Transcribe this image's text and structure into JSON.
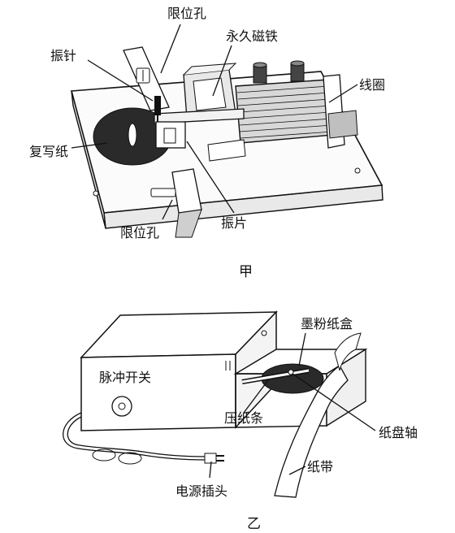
{
  "diagram_a": {
    "caption": "甲",
    "labels": {
      "limit_hole_top": "限位孔",
      "permanent_magnet": "永久磁铁",
      "vibrating_needle": "振针",
      "coil": "线圈",
      "carbon_paper": "复写纸",
      "limit_hole_bottom": "限位孔",
      "vibrating_plate": "振片"
    }
  },
  "diagram_b": {
    "caption": "乙",
    "labels": {
      "toner_box": "墨粉纸盒",
      "pulse_switch": "脉冲开关",
      "paper_press": "压纸条",
      "paper_reel_axle": "纸盘轴",
      "paper_tape": "纸带",
      "power_plug": "电源插头"
    }
  }
}
